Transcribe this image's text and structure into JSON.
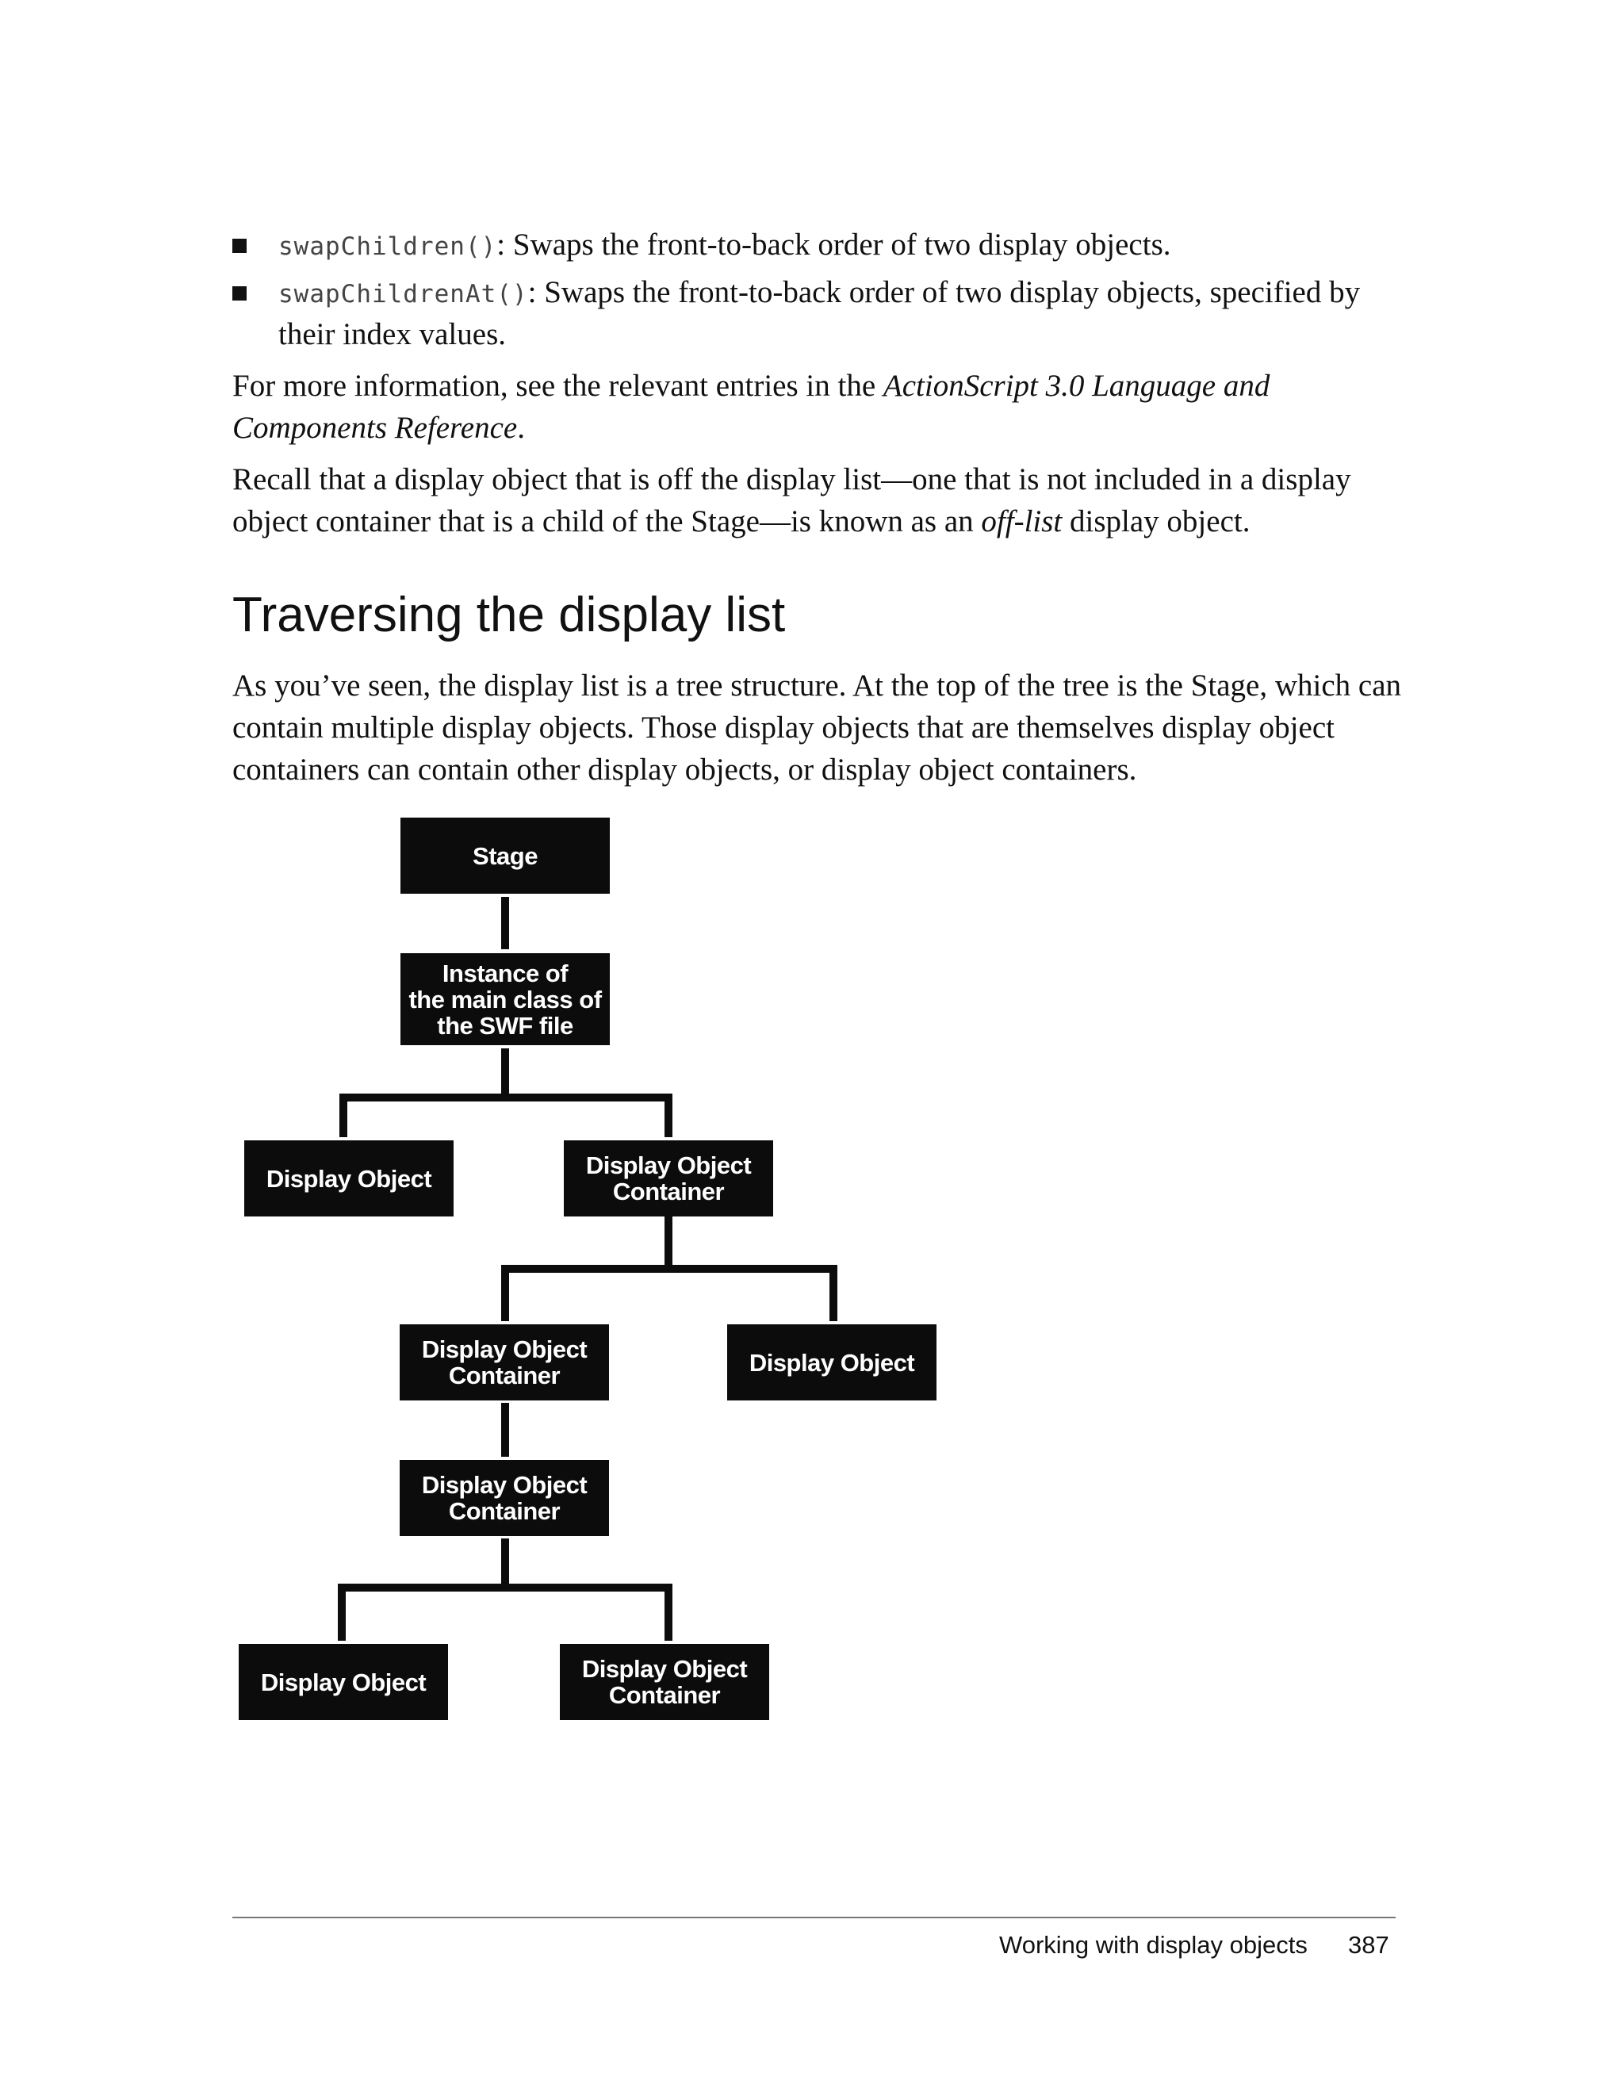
{
  "bullets": [
    {
      "code": "swapChildren()",
      "text": ": Swaps the front-to-back order of two display objects."
    },
    {
      "code": "swapChildrenAt()",
      "text": ": Swaps the front-to-back order of two display objects, specified by",
      "text2": "their index values."
    }
  ],
  "para1": {
    "prefix": "For more information, see the relevant entries in the ",
    "ref_italic_1": "ActionScript 3.0 Language and",
    "ref_italic_2": "Components Reference",
    "suffix": "."
  },
  "para2": {
    "line1": "Recall that a display object that is off the display list—one that is not included in a display",
    "line2_prefix": "object container that is a child of the Stage—is known as an ",
    "line2_italic": "off-list",
    "line2_suffix": " display object."
  },
  "section": {
    "heading": "Traversing the display list",
    "lines": [
      "As you’ve seen, the display list is a tree structure. At the top of the tree is the Stage, which can",
      "contain multiple display objects. Those display objects that are themselves display object",
      "containers can contain other display objects, or display object containers."
    ]
  },
  "diagram": {
    "stage": "Stage",
    "main_instance": [
      "Instance of",
      "the main class of",
      "the SWF file"
    ],
    "level2_object": "Display Object",
    "level2_container": [
      "Display Object",
      "Container"
    ],
    "level3_container": [
      "Display Object",
      "Container"
    ],
    "level3_object": "Display Object",
    "level4_container": [
      "Display Object",
      "Container"
    ],
    "level5_object": "Display Object",
    "level5_container": [
      "Display Object",
      "Container"
    ]
  },
  "footer": {
    "chapter": "Working with display objects",
    "page_number": "387"
  }
}
